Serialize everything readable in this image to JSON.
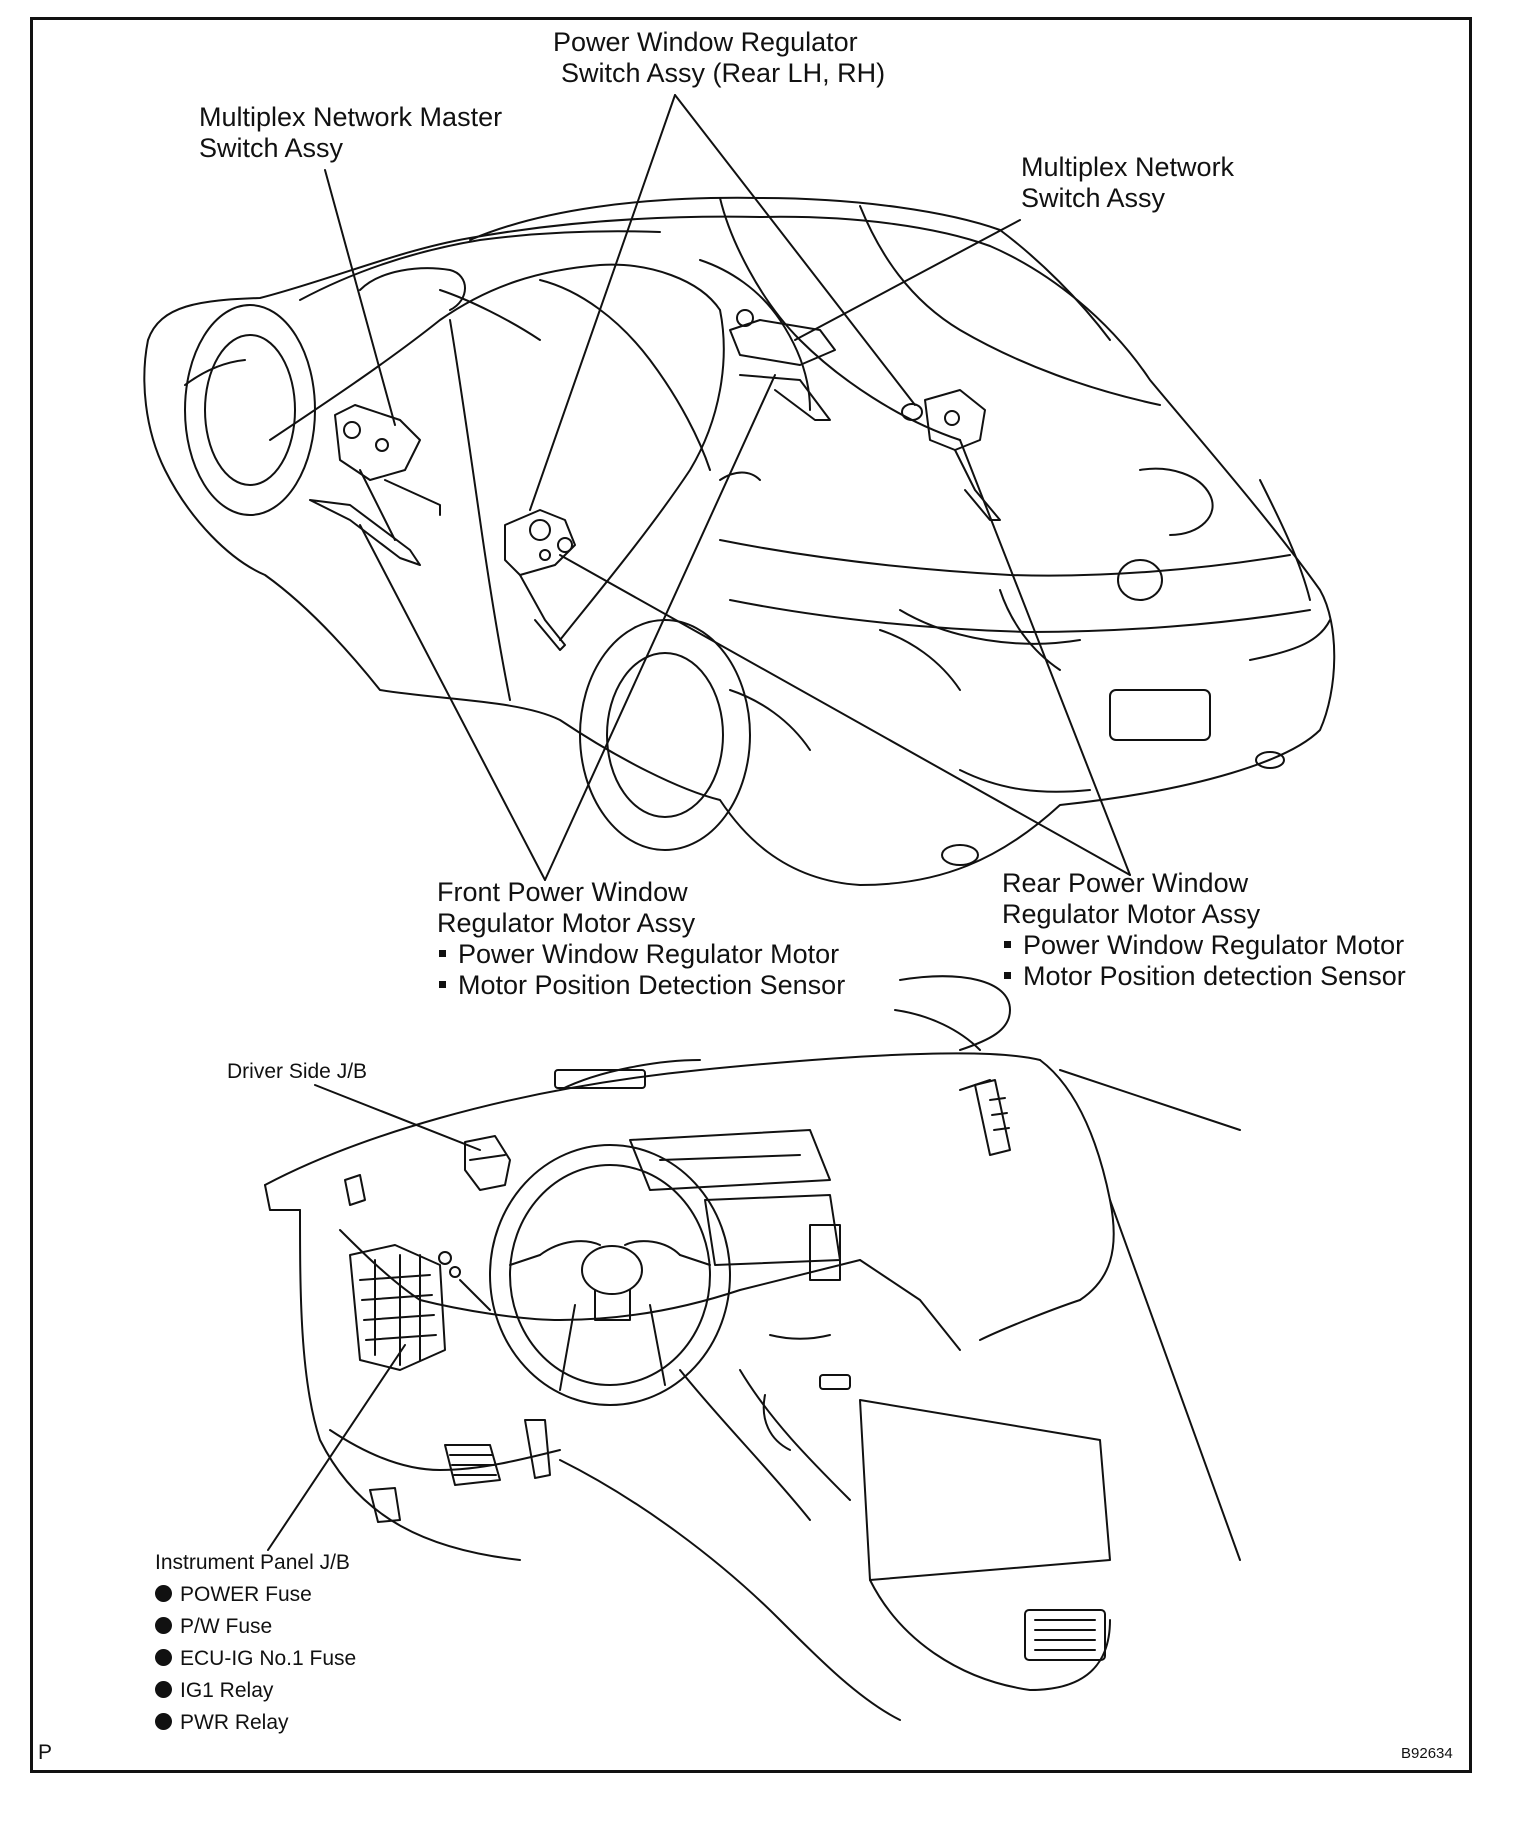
{
  "callouts": {
    "master_switch": [
      "Multiplex Network Master",
      "Switch Assy"
    ],
    "rear_regulator_switch": [
      "Power Window Regulator",
      "Switch Assy (Rear LH, RH)"
    ],
    "network_switch": [
      "Multiplex Network",
      "Switch Assy"
    ],
    "front_motor": {
      "title": [
        "Front Power Window",
        "Regulator Motor Assy"
      ],
      "items": [
        "Power Window Regulator Motor",
        "Motor Position Detection Sensor"
      ]
    },
    "rear_motor": {
      "title": [
        "Rear Power Window",
        "Regulator Motor Assy"
      ],
      "items": [
        "Power Window Regulator Motor",
        "Motor Position detection Sensor"
      ]
    },
    "driver_jb": "Driver Side J/B",
    "instrument_jb": {
      "title": "Instrument Panel J/B",
      "items": [
        "POWER Fuse",
        "P/W Fuse",
        "ECU-IG No.1 Fuse",
        "IG1 Relay",
        "PWR Relay"
      ]
    }
  },
  "corner_left": "P",
  "figure_code": "B92634"
}
